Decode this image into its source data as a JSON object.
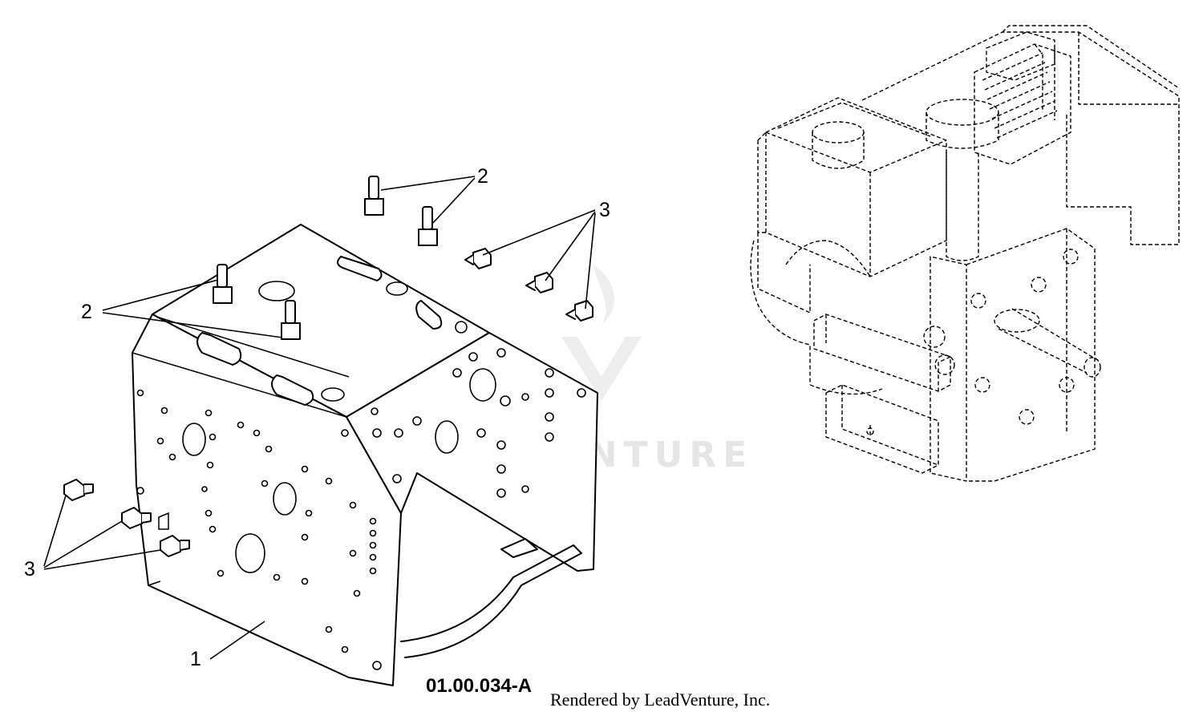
{
  "diagram": {
    "callouts": [
      {
        "id": "1",
        "label": "1"
      },
      {
        "id": "2",
        "label": "2"
      },
      {
        "id": "3",
        "label": "3"
      }
    ],
    "diagram_id": "01.00.034-A",
    "rendered_by": "Rendered by LeadVenture, Inc.",
    "watermark": "LEADVENTURE"
  },
  "colors": {
    "line": "#000000",
    "background": "#ffffff",
    "watermark": "#d0d0d0"
  }
}
